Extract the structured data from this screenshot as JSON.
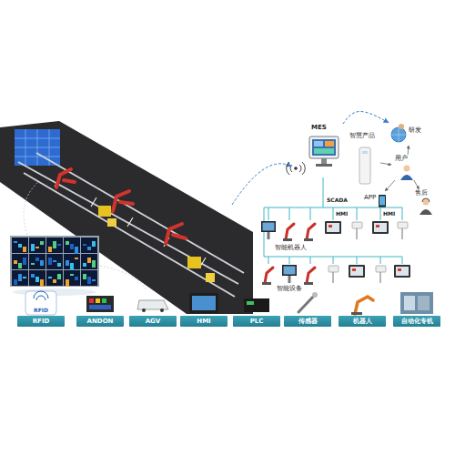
{
  "diagram": {
    "nodes": [
      {
        "text": [
          "MES"
        ]
      },
      {
        "text": [
          "智慧产品"
        ]
      },
      {
        "text": [
          "研发"
        ]
      },
      {
        "text": [
          "用户"
        ]
      },
      {
        "text": [
          "APP"
        ]
      },
      {
        "text": [
          "售后"
        ]
      },
      {
        "text": [
          "RFID"
        ]
      },
      {
        "text": [
          "ANDON"
        ]
      },
      {
        "text": [
          "AGV"
        ]
      },
      {
        "text": [
          "HMI"
        ]
      },
      {
        "text": [
          "PLC"
        ]
      },
      {
        "text": [
          "传感器"
        ]
      },
      {
        "text": [
          "机器人"
        ]
      },
      {
        "text": [
          "自动化专机"
        ]
      }
    ],
    "edges": [
      {
        "from": 0,
        "to": 2,
        "arrow": "to"
      },
      {
        "from": 1,
        "to": 3,
        "arrow": "to"
      },
      {
        "from": 3,
        "to": 2,
        "arrow": "to"
      },
      {
        "from": 3,
        "to": 4,
        "arrow": "to"
      },
      {
        "from": 3,
        "to": 5,
        "arrow": "to"
      }
    ],
    "labels": [
      "SCADA",
      "HMI",
      "HMI",
      "智能机器人",
      "智能设备",
      "RFID"
    ]
  }
}
